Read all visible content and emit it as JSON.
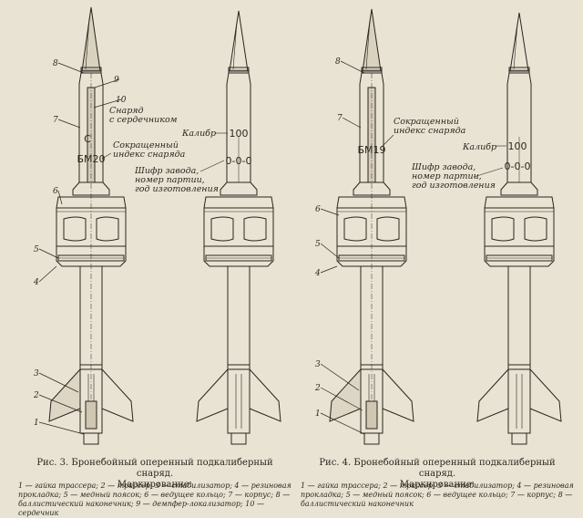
{
  "figure3": {
    "callouts": [
      "8",
      "9",
      "10",
      "7",
      "6",
      "5",
      "4",
      "3",
      "2",
      "1"
    ],
    "annot_core": "Снаряд\nс сердечником",
    "annot_index": "Сокращенный\nиндекс снаряда",
    "letter_c": "С",
    "index_mark": "БМ20",
    "caliber_label": "Калибр",
    "caliber_value": "100",
    "factory_label": "Шифр завода,\nномер партии,\nгод изготовления",
    "factory_value": "0-0-0",
    "caption_title": "Рис. 3. Бронебойный оперенный подкалиберный снаряд.",
    "caption_sub": "Маркирование:",
    "legend": "1 — гайка трассера; 2 — трассер; 3 — стабилизатор; 4 — резиновая прокладка; 5 — медный поясок; 6 — ведущее кольцо; 7 — корпус; 8 — баллистический наконечник; 9 — демпфер-локализатор; 10 — сердечник"
  },
  "figure4": {
    "callouts": [
      "8",
      "7",
      "6",
      "5",
      "4",
      "3",
      "2",
      "1"
    ],
    "annot_index": "Сокращенный\nиндекс снаряда",
    "index_mark": "БМ19",
    "caliber_label": "Калибр",
    "caliber_value": "100",
    "factory_label": "Шифр завода,\nномер партии,\nгод изготовления",
    "factory_value": "0-0-0",
    "caption_title": "Рис. 4. Бронебойный оперенный подкалиберный снаряд.",
    "caption_sub": "Маркирование:",
    "legend": "1 — гайка трассера; 2 — трассер; 3 — стабилизатор; 4 — резиновая прокладка; 5 — медный поясок; 6 — ведущее кольцо; 7 — корпус; 8 — баллистический наконечник"
  }
}
